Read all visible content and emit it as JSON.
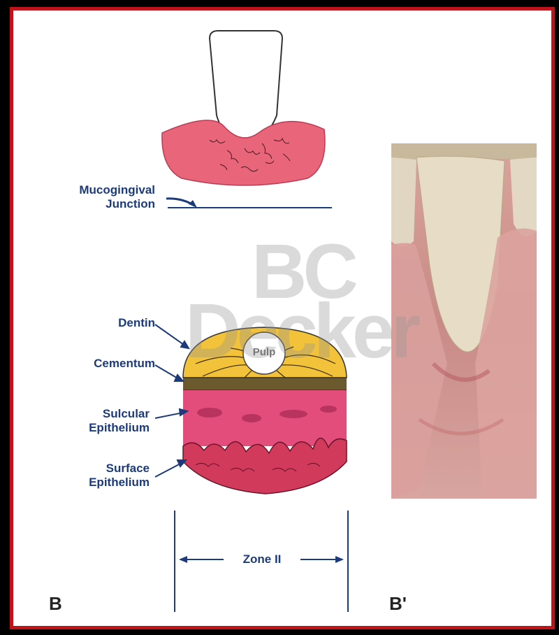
{
  "labels": {
    "mucogingival_line1": "Mucogingival",
    "mucogingival_line2": "Junction",
    "dentin": "Dentin",
    "cementum": "Cementum",
    "sulcular_line1": "Sulcular",
    "sulcular_line2": "Epithelium",
    "surface_line1": "Surface",
    "surface_line2": "Epithelium",
    "pulp": "Pulp",
    "zone": "Zone II"
  },
  "panels": {
    "left": "B",
    "right": "B'"
  },
  "watermark": {
    "line1": "BC",
    "line2": "Decker"
  },
  "colors": {
    "frame": "#c0141b",
    "background": "#000000",
    "gingiva": "#e8657a",
    "dentin": "#f2c23a",
    "cementum": "#6b5a2e",
    "sulcular": "#e24d7c",
    "label": "#1d3a7a"
  }
}
